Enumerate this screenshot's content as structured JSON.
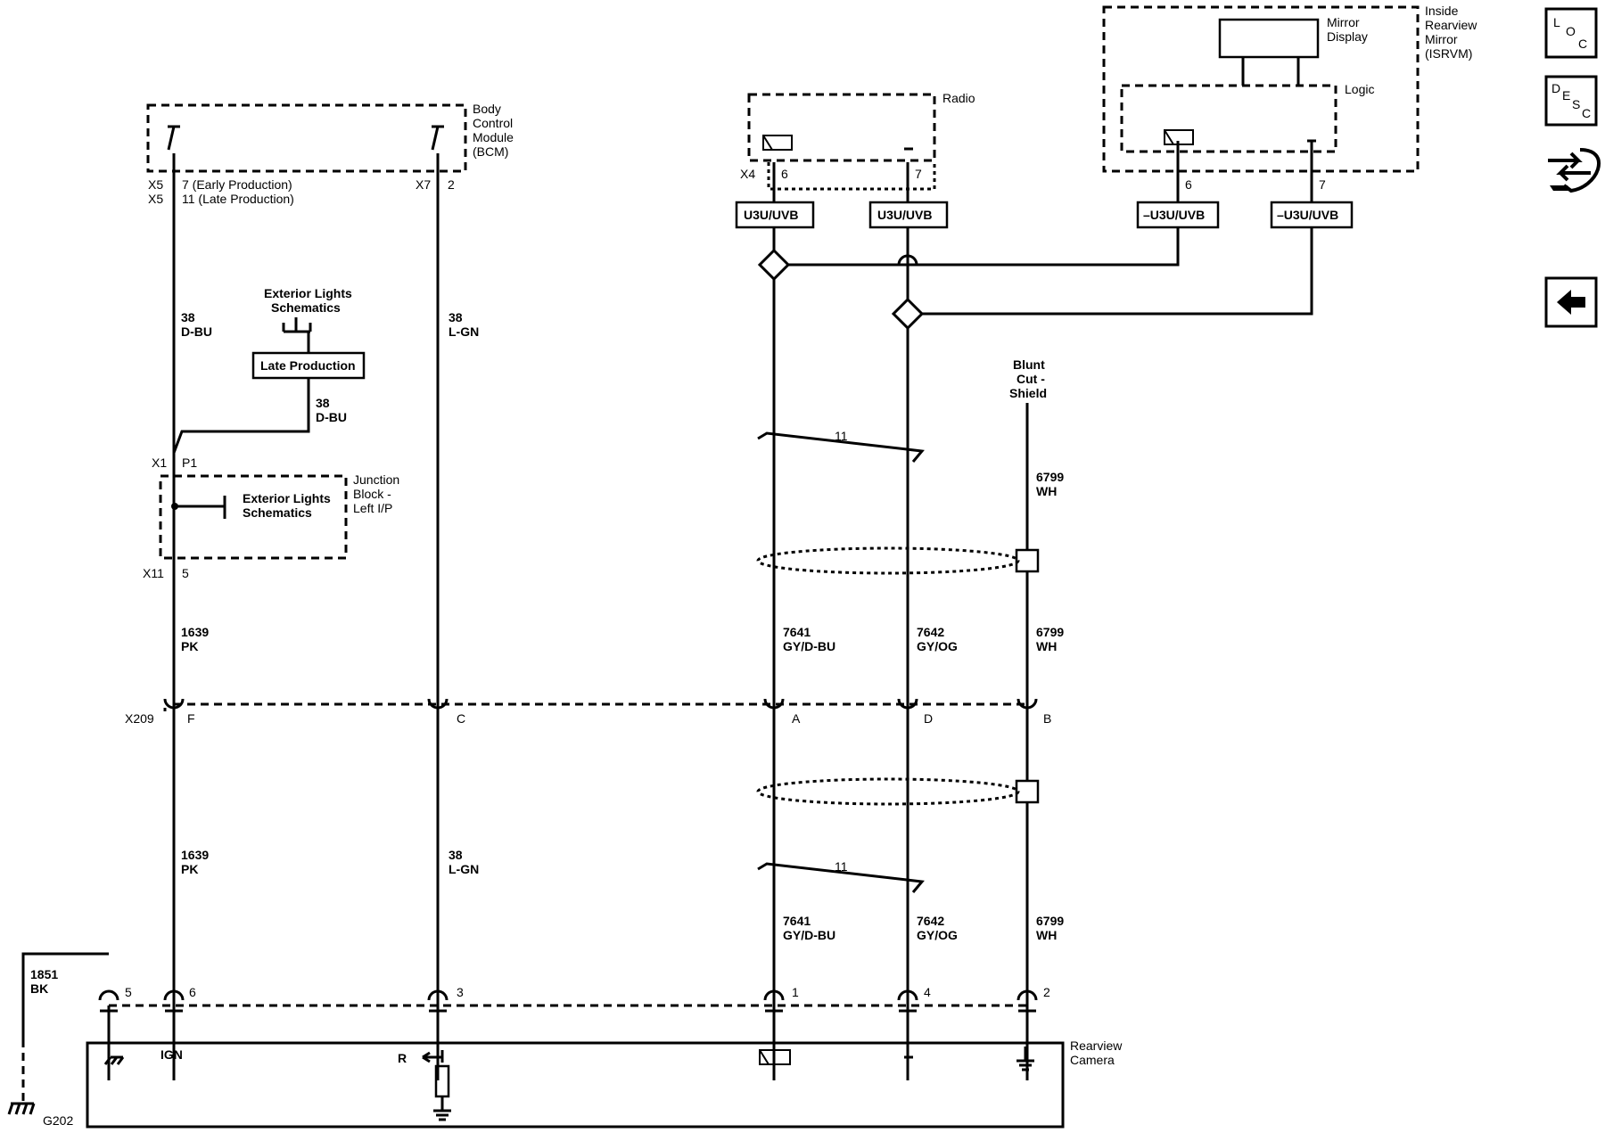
{
  "modules": {
    "bcm": [
      "Body",
      "Control",
      "Module",
      "(BCM)"
    ],
    "radio": "Radio",
    "isrvm": [
      "Inside",
      "Rearview",
      "Mirror",
      "(ISRVM)"
    ],
    "mirror_display": [
      "Mirror",
      "Display"
    ],
    "logic": "Logic",
    "junction_block": [
      "Junction",
      "Block -",
      "Left I/P"
    ],
    "camera": [
      "Rearview",
      "Camera"
    ]
  },
  "refs": {
    "ext_lights_top": [
      "Exterior Lights",
      "Schematics"
    ],
    "late_production": "Late Production",
    "ext_lights_jb": [
      "Exterior Lights",
      "Schematics"
    ],
    "blunt_cut": [
      "Blunt",
      "Cut -",
      "Shield"
    ]
  },
  "connectors": {
    "bcm_x5_a": "X5",
    "bcm_x5_b": "X5",
    "bcm_x5_pin_a": "7 (Early Production)",
    "bcm_x5_pin_b": "11 (Late Production)",
    "bcm_x7": "X7",
    "bcm_x7_pin": "2",
    "radio_x4": "X4",
    "radio_pin_a": "6",
    "radio_pin_b": "7",
    "isrvm_pin_a": "6",
    "isrvm_pin_b": "7",
    "jb_x1": "X1",
    "jb_p1": "P1",
    "jb_x11": "X11",
    "jb_pin": "5",
    "x209": "X209",
    "x209_pins": [
      "F",
      "C",
      "A",
      "D",
      "B"
    ],
    "cam_pins": [
      "5",
      "6",
      "3",
      "1",
      "4",
      "2"
    ],
    "ground": "G202"
  },
  "bus_tags": [
    "U3U/UVB",
    "U3U/UVB",
    "–U3U/UVB",
    "–U3U/UVB"
  ],
  "wires": {
    "w38_dbu_top": [
      "38",
      "D-BU"
    ],
    "w38_lgn_top": [
      "38",
      "L-GN"
    ],
    "w38_dbu_mid": [
      "38",
      "D-BU"
    ],
    "w1639_top": [
      "1639",
      "PK"
    ],
    "w1639_bot": [
      "1639",
      "PK"
    ],
    "w38_lgn_bot": [
      "38",
      "L-GN"
    ],
    "w7641_top": [
      "7641",
      "GY/D-BU"
    ],
    "w7642_top": [
      "7642",
      "GY/OG"
    ],
    "w6799_top": [
      "6799",
      "WH"
    ],
    "w6799_mid": [
      "6799",
      "WH"
    ],
    "w7641_bot": [
      "7641",
      "GY/D-BU"
    ],
    "w7642_bot": [
      "7642",
      "GY/OG"
    ],
    "w6799_bot": [
      "6799",
      "WH"
    ],
    "w1851": [
      "1851",
      "BK"
    ],
    "twist_top": "11",
    "twist_bot": "11"
  },
  "camera_labels": {
    "ign": "IGN",
    "r": "R"
  },
  "nav": {
    "loc": [
      "L",
      "O",
      "C"
    ],
    "desc": [
      "D",
      "E",
      "S",
      "C"
    ],
    "connector_icon": "connector-icon",
    "back_icon": "back-arrow-icon"
  }
}
